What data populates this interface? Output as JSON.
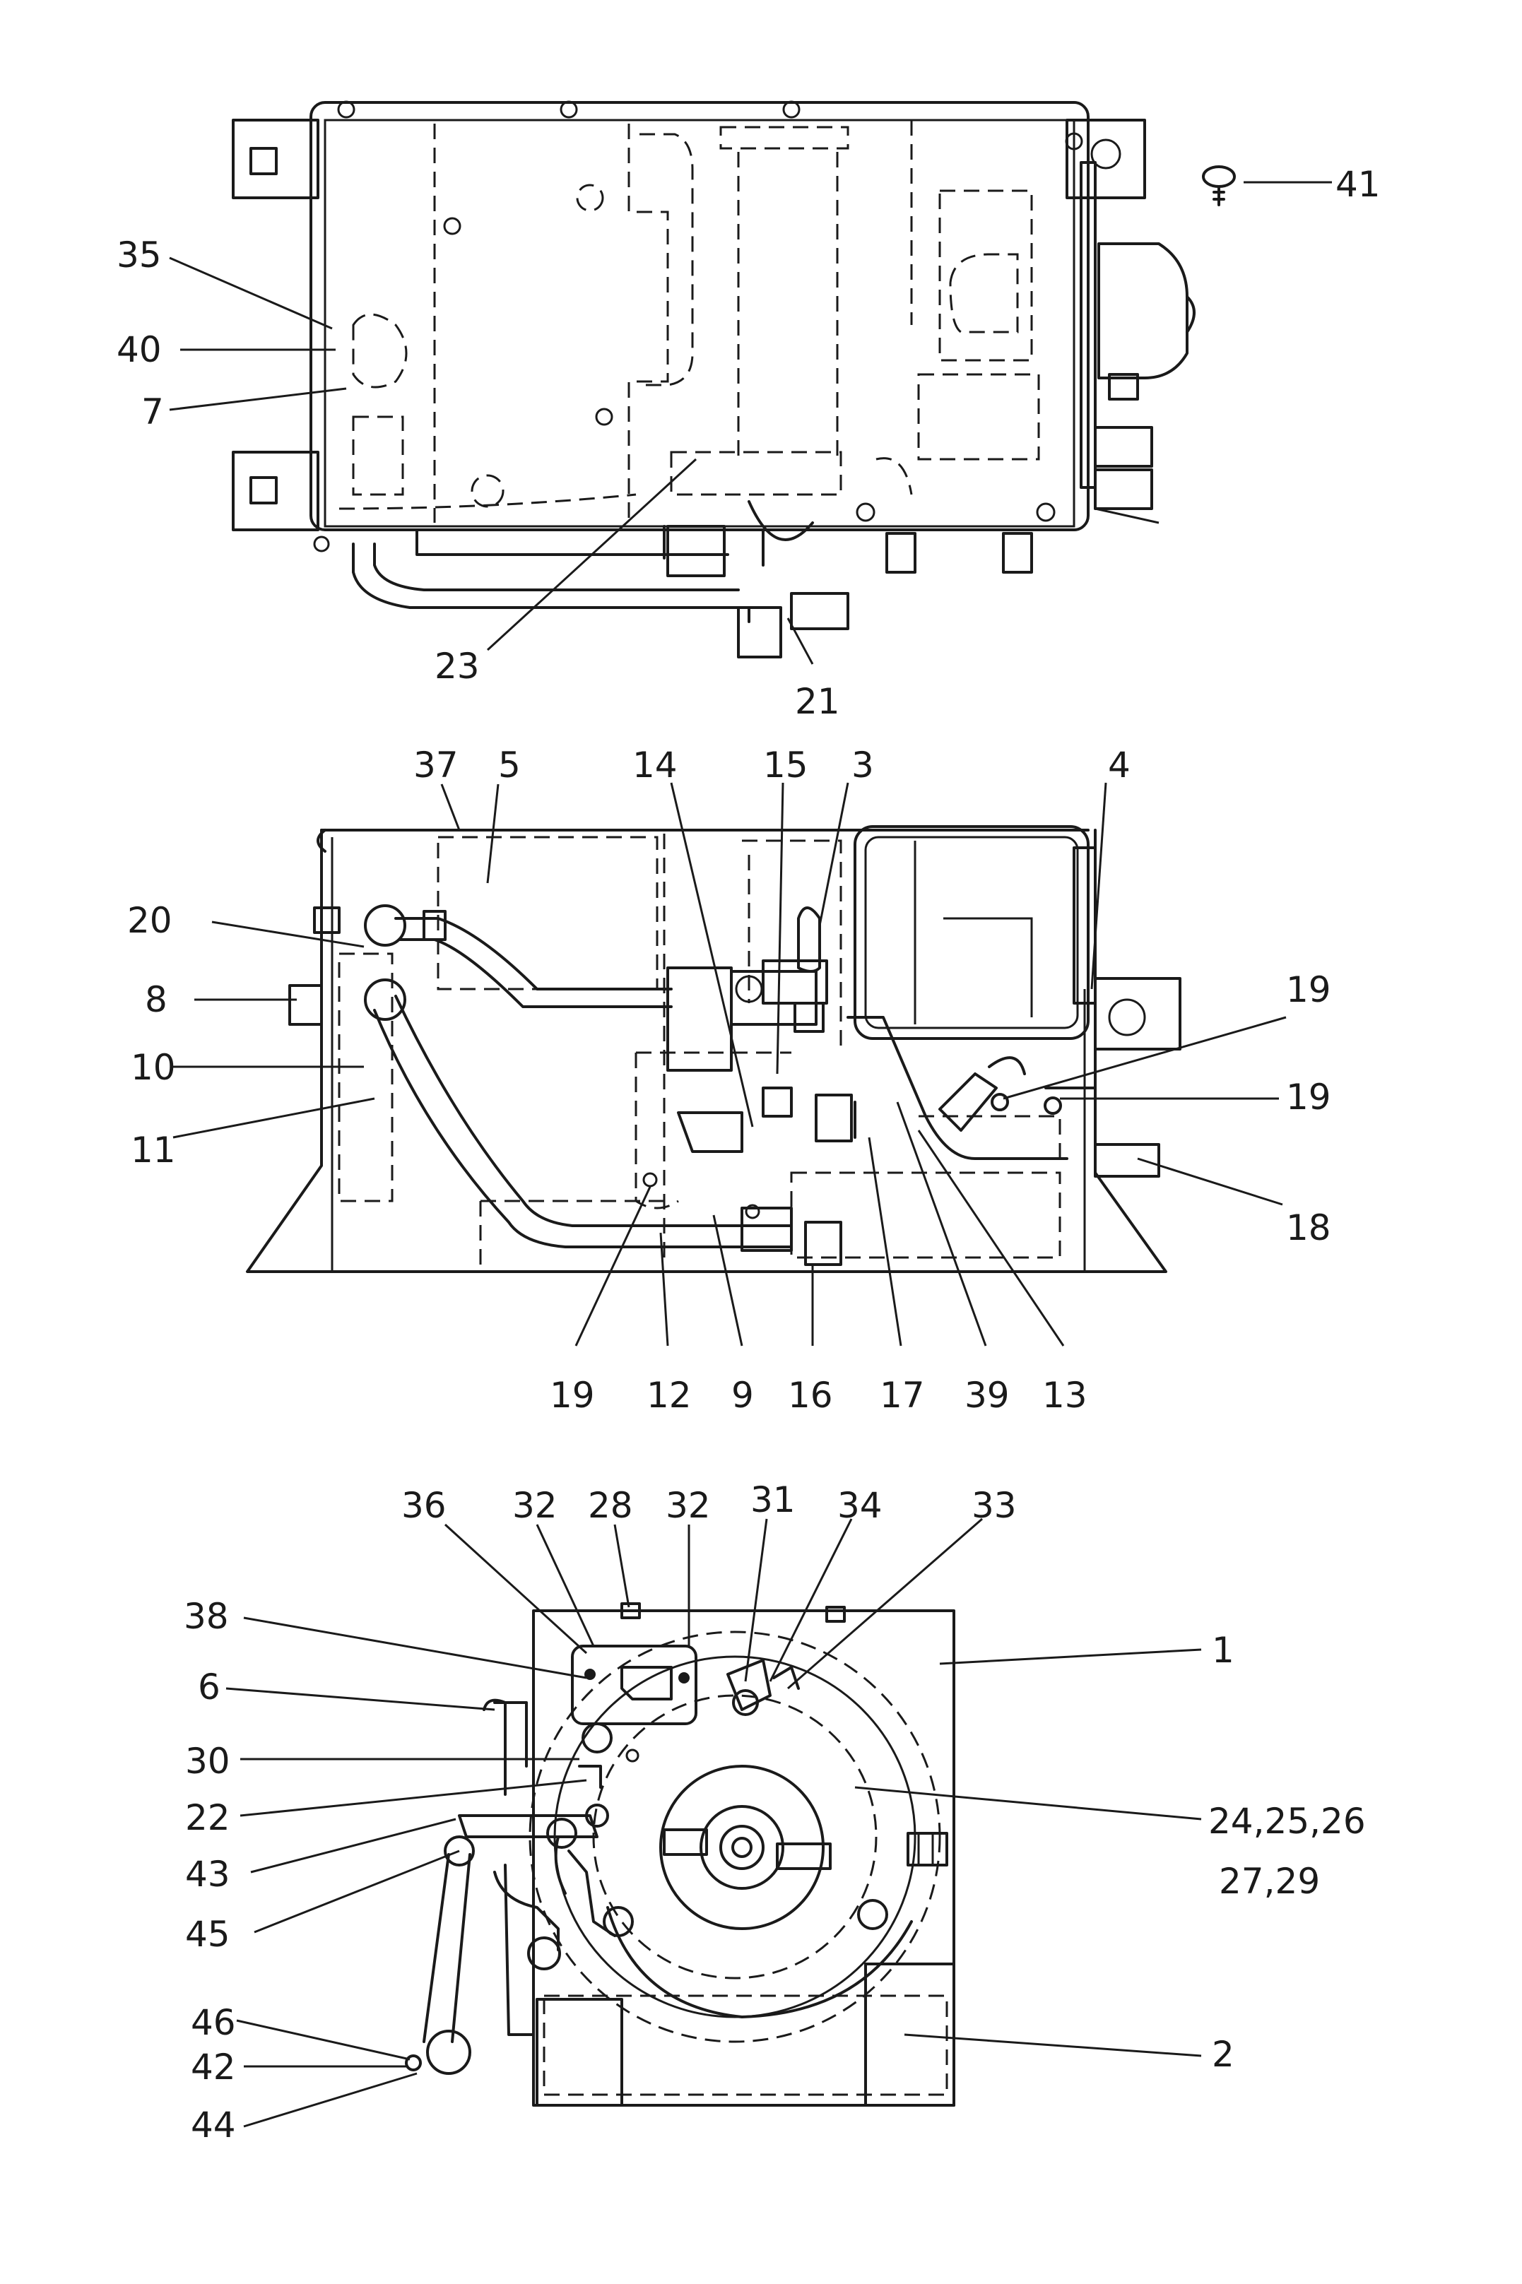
{
  "views": {
    "top": {
      "callouts": {
        "c41": "41",
        "c35": "35",
        "c40": "40",
        "c7": "7",
        "c23": "23",
        "c21": "21"
      }
    },
    "side": {
      "callouts": {
        "c37": "37",
        "c5": "5",
        "c14": "14",
        "c15": "15",
        "c3": "3",
        "c4": "4",
        "c20": "20",
        "c8": "8",
        "c10": "10",
        "c11": "11",
        "c19a": "19",
        "c19b": "19",
        "c18": "18",
        "c19c": "19",
        "c12": "12",
        "c9": "9",
        "c16": "16",
        "c17": "17",
        "c39": "39",
        "c13": "13"
      }
    },
    "front": {
      "callouts": {
        "c36": "36",
        "c32a": "32",
        "c28": "28",
        "c32b": "32",
        "c31": "31",
        "c34": "34",
        "c33": "33",
        "c38": "38",
        "c1": "1",
        "c6": "6",
        "c30": "30",
        "c22": "22",
        "c43": "43",
        "c45": "45",
        "c24": "24,25,26",
        "c27": "27,29",
        "c46": "46",
        "c42": "42",
        "c44": "44",
        "c2": "2"
      }
    }
  }
}
